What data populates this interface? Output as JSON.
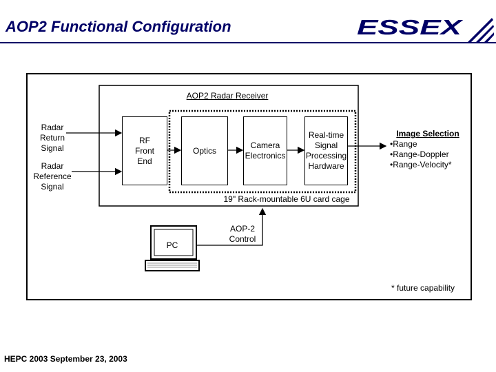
{
  "header": {
    "title": "AOP2 Functional Configuration",
    "logo_text": "ESSEX"
  },
  "diagram": {
    "receiver_label": "AOP2 Radar Receiver",
    "inputs": {
      "radar_return": "Radar Return Signal",
      "radar_reference": "Radar Reference Signal"
    },
    "blocks": {
      "rf_front_end": "RF Front End",
      "optics": "Optics",
      "camera_electronics": "Camera Electronics",
      "signal_processing": "Real-time Signal Processing Hardware"
    },
    "card_cage_label": "19\" Rack-mountable 6U card cage",
    "image_selection": {
      "title": "Image Selection",
      "items": [
        "•Range",
        "•Range-Doppler",
        "•Range-Velocity*"
      ]
    },
    "pc_label": "PC",
    "control_label": "AOP-2 Control",
    "footnote": "* future capability"
  },
  "footer": {
    "text": "HEPC 2003 September 23, 2003"
  },
  "colors": {
    "title": "#000066",
    "logo": "#000066",
    "lines": "#000000"
  }
}
